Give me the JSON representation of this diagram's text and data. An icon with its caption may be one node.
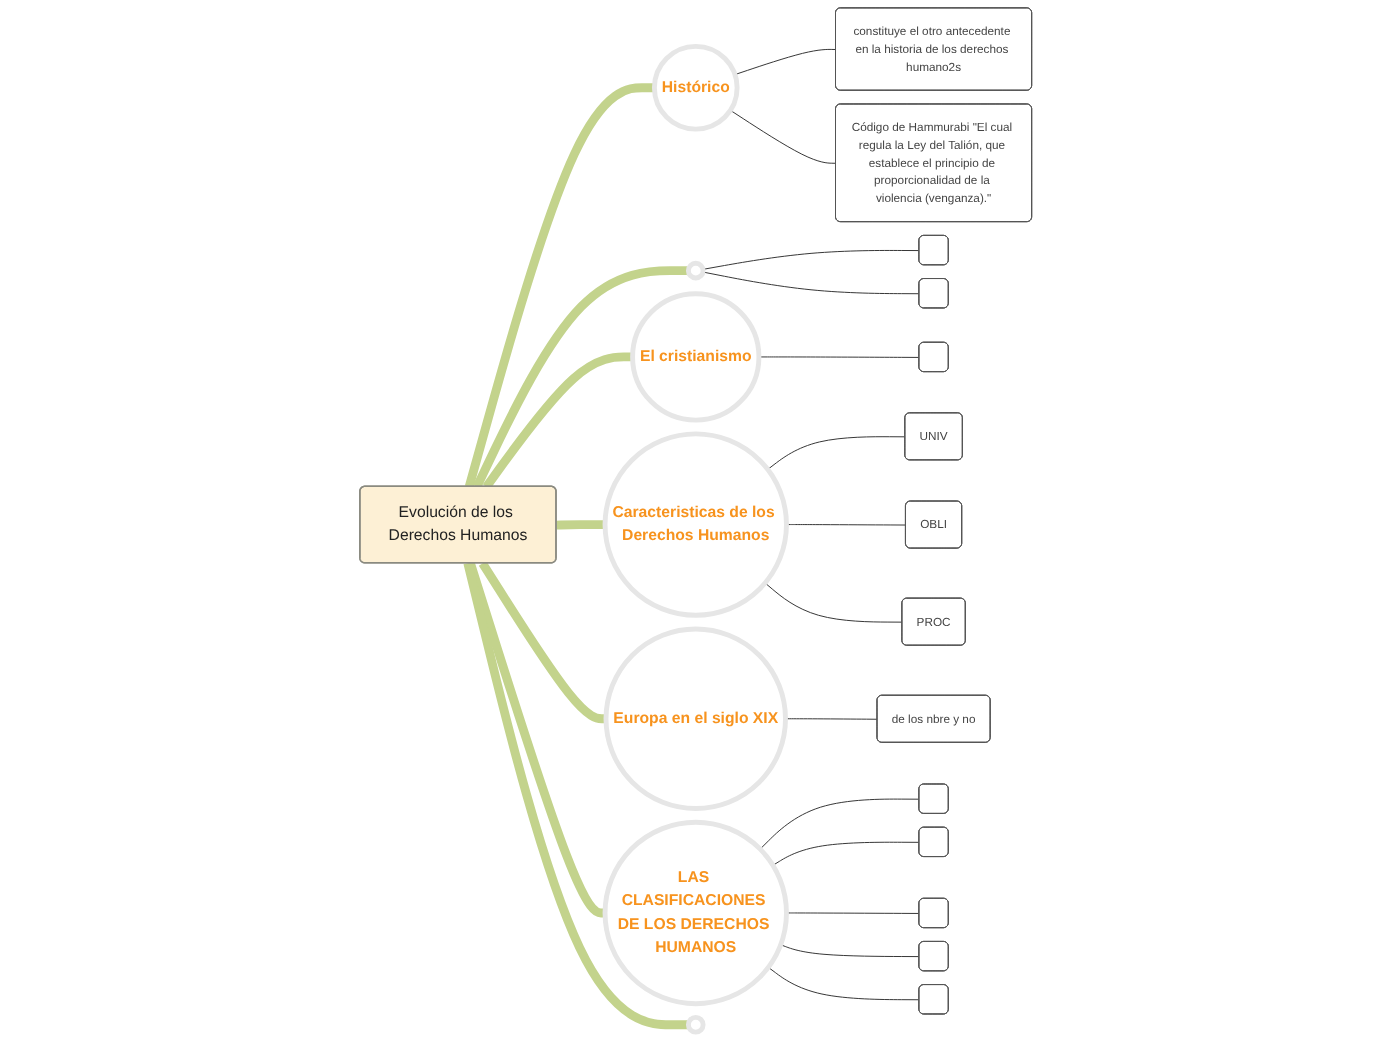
{
  "diagram": {
    "nodes": [
      {
        "text": [
          "Evolución de los Derechos Humanos"
        ]
      },
      {
        "text": [
          "Histórico"
        ]
      },
      {
        "text": [
          "constituye el otro antecedente en la historia de los derechos humano2s"
        ]
      },
      {
        "text": [
          "Código de Hammurabi \"El cual regula la Ley del Talión, que establece el principio de proporcionalidad de la violencia (venganza).\""
        ]
      },
      {
        "text": [],
        "shape": "circle"
      },
      {
        "text": [],
        "shape": "box"
      },
      {
        "text": [],
        "shape": "box"
      },
      {
        "text": [
          "El cristianismo"
        ]
      },
      {
        "text": [],
        "shape": "box"
      },
      {
        "text": [
          "Caracteristicas de los Derechos Humanos"
        ]
      },
      {
        "text": [
          "UNIV"
        ]
      },
      {
        "text": [
          "OBLI"
        ]
      },
      {
        "text": [
          "PROC"
        ]
      },
      {
        "text": [
          "Europa en el siglo XIX"
        ]
      },
      {
        "text": [
          "de los nbre y no"
        ]
      },
      {
        "text": [
          "LAS CLASIFICACIONES DE LOS DERECHOS HUMANOS"
        ]
      },
      {
        "text": [],
        "shape": "box"
      },
      {
        "text": [],
        "shape": "box"
      },
      {
        "text": [],
        "shape": "box"
      },
      {
        "text": [],
        "shape": "box"
      },
      {
        "text": [],
        "shape": "box"
      },
      {
        "text": [],
        "shape": "circle"
      }
    ],
    "edges": [
      {
        "from": 0,
        "to": 1,
        "arrow": "none",
        "style": "thick",
        "color": "#c3d38c"
      },
      {
        "from": 0,
        "to": 4,
        "arrow": "none",
        "style": "thick",
        "color": "#c3d38c"
      },
      {
        "from": 0,
        "to": 7,
        "arrow": "none",
        "style": "thick",
        "color": "#c3d38c"
      },
      {
        "from": 0,
        "to": 9,
        "arrow": "none",
        "style": "thick",
        "color": "#c3d38c"
      },
      {
        "from": 0,
        "to": 13,
        "arrow": "none",
        "style": "thick",
        "color": "#c3d38c"
      },
      {
        "from": 0,
        "to": 15,
        "arrow": "none",
        "style": "thick",
        "color": "#c3d38c"
      },
      {
        "from": 0,
        "to": 21,
        "arrow": "none",
        "style": "thick",
        "color": "#c3d38c"
      },
      {
        "from": 1,
        "to": 2,
        "arrow": "none"
      },
      {
        "from": 1,
        "to": 3,
        "arrow": "none"
      },
      {
        "from": 4,
        "to": 5,
        "arrow": "none"
      },
      {
        "from": 4,
        "to": 6,
        "arrow": "none"
      },
      {
        "from": 7,
        "to": 8,
        "arrow": "none"
      },
      {
        "from": 9,
        "to": 10,
        "arrow": "none"
      },
      {
        "from": 9,
        "to": 11,
        "arrow": "none"
      },
      {
        "from": 9,
        "to": 12,
        "arrow": "none"
      },
      {
        "from": 13,
        "to": 14,
        "arrow": "none"
      },
      {
        "from": 15,
        "to": 16,
        "arrow": "none"
      },
      {
        "from": 15,
        "to": 17,
        "arrow": "none"
      },
      {
        "from": 15,
        "to": 18,
        "arrow": "none"
      },
      {
        "from": 15,
        "to": 19,
        "arrow": "none"
      },
      {
        "from": 15,
        "to": 20,
        "arrow": "none"
      }
    ]
  }
}
